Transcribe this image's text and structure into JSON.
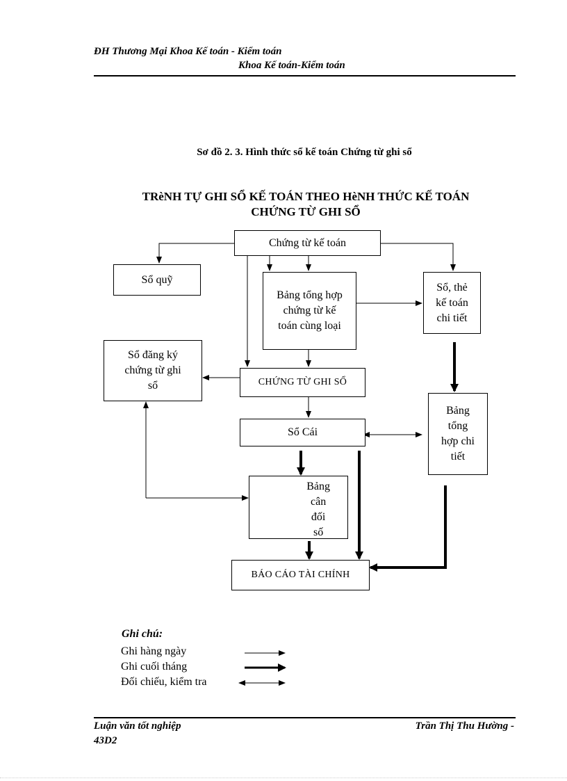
{
  "header": {
    "line1": "ĐH Thương Mại Khoa Kế toán - Kiểm toán",
    "line2": "Khoa Kế toán-Kiểm toán"
  },
  "figure_title": "Sơ đồ 2. 3. Hình thức sổ kế toán Chứng từ ghi sổ",
  "diagram": {
    "title_line1": "TRèNH TỰ GHI SỔ KẾ TOÁN THEO HèNH THỨC KẾ TOÁN",
    "title_line2": "CHỨNG TỪ GHI SỔ",
    "nodes": {
      "chung_tu_ke_toan": "Chứng từ kế toán",
      "so_quy": "Sổ quỹ",
      "bang_tong_hop_chung_tu": [
        "Bảng tổng hợp",
        "chứng từ kế",
        "toán cùng loại"
      ],
      "so_the_chi_tiet": [
        "Sổ, thẻ",
        "kế toán",
        "chi tiết"
      ],
      "so_dang_ky": [
        "Sổ đăng ký",
        "chứng từ ghi",
        "sổ"
      ],
      "chung_tu_ghi_so": "CHỨNG TỪ GHI SỔ",
      "so_cai": "Sổ Cái",
      "bang_tong_hop_chi_tiet": [
        "Bảng",
        "tổng",
        "hợp chi",
        "tiết"
      ],
      "bang_can_doi": [
        "Bảng",
        "cân",
        "đối",
        "số"
      ],
      "bao_cao_tai_chinh": "BÁO CÁO TÀI CHÍNH"
    }
  },
  "legend": {
    "title": "Ghi chú:",
    "items": [
      {
        "label": "Ghi hàng ngày",
        "style": "thin-arrow"
      },
      {
        "label": "Ghi cuối tháng",
        "style": "thick-arrow"
      },
      {
        "label": "Đối chiếu, kiểm tra",
        "style": "double-arrow"
      }
    ]
  },
  "footer": {
    "left_line1": "Luận văn tốt nghiệp",
    "left_line2": "43D2",
    "right": "Trần Thị Thu Hường -"
  }
}
